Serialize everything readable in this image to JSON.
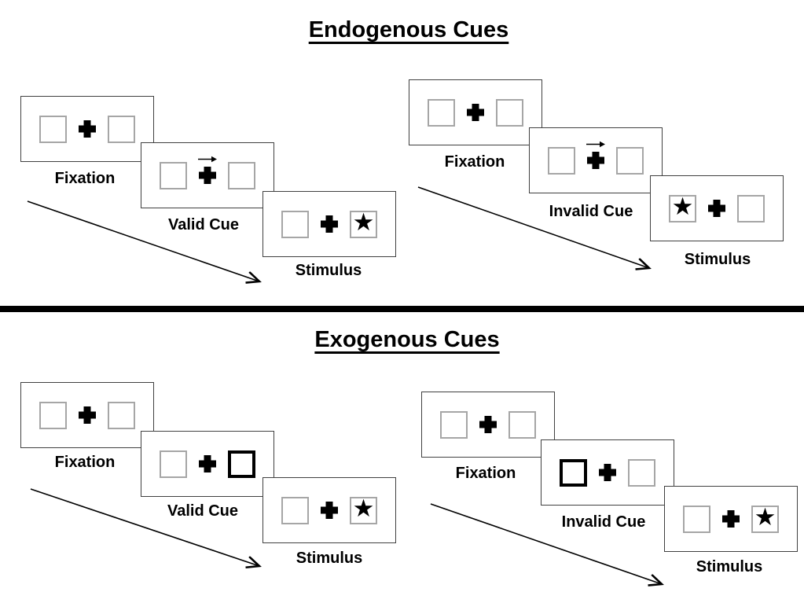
{
  "background": "#ffffff",
  "colors": {
    "ink": "#000000",
    "panel_border": "#404040",
    "square_border": "#a6a6a6",
    "cue_square_border": "#000000"
  },
  "glyphs": {
    "star": "★"
  },
  "sections": [
    {
      "title": "Endogenous Cues",
      "cue_type": "central-arrow",
      "sequences": [
        {
          "validity": "valid",
          "panels": [
            {
              "label": "Fixation"
            },
            {
              "label": "Valid Cue",
              "cue": "arrow-right"
            },
            {
              "label": "Stimulus",
              "stimulus_side": "right"
            }
          ]
        },
        {
          "validity": "invalid",
          "panels": [
            {
              "label": "Fixation"
            },
            {
              "label": "Invalid Cue",
              "cue": "arrow-right"
            },
            {
              "label": "Stimulus",
              "stimulus_side": "left"
            }
          ]
        }
      ]
    },
    {
      "title": "Exogenous Cues",
      "cue_type": "peripheral-box",
      "sequences": [
        {
          "validity": "valid",
          "panels": [
            {
              "label": "Fixation"
            },
            {
              "label": "Valid Cue",
              "cue": "box-right"
            },
            {
              "label": "Stimulus",
              "stimulus_side": "right"
            }
          ]
        },
        {
          "validity": "invalid",
          "panels": [
            {
              "label": "Fixation"
            },
            {
              "label": "Invalid Cue",
              "cue": "box-left"
            },
            {
              "label": "Stimulus",
              "stimulus_side": "right"
            }
          ]
        }
      ]
    }
  ]
}
